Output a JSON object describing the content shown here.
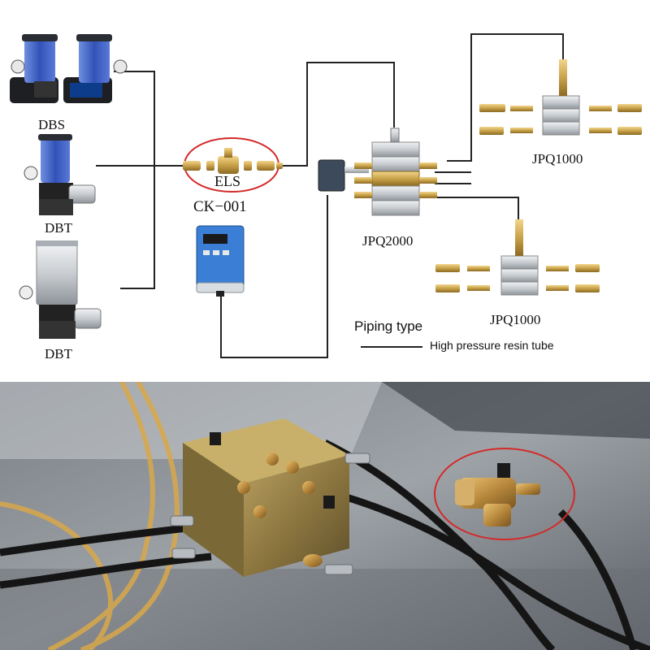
{
  "labels": {
    "dbs": "DBS",
    "dbt_1": "DBT",
    "dbt_2": "DBT",
    "els": "ELS",
    "ck": "CK−001",
    "jpq2000": "JPQ2000",
    "jpq1000_top": "JPQ1000",
    "jpq1000_bottom": "JPQ1000",
    "piping_title": "Piping type",
    "piping_legend": "High pressure resin tube"
  },
  "colors": {
    "pipe": "#222222",
    "highlight": "#d42a2a",
    "brass": "#c9a24a",
    "steel": "#c8ccd0",
    "reservoir": "#4a6fd0",
    "controller": "#3a7fd5"
  },
  "icons": {
    "pump_dbs": "grease-pump-icon",
    "pump_dbt": "grease-pump-icon",
    "valve_els": "y-strainer-icon",
    "controller": "controller-icon",
    "distributor": "distributor-block-icon"
  }
}
